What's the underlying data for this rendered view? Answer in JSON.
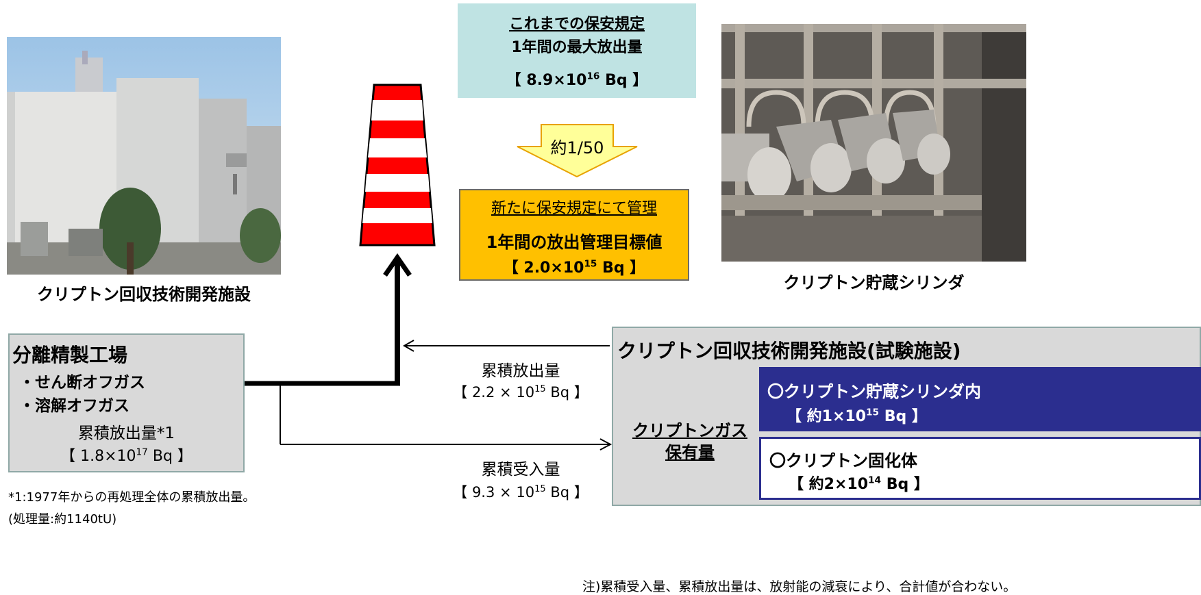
{
  "photo_left": {
    "caption": "クリプトン回収技術開発施設"
  },
  "photo_right": {
    "caption": "クリプトン貯蔵シリンダ"
  },
  "old_limit": {
    "title": "これまでの保安規定",
    "label": "1年間の最大放出量",
    "value": {
      "open": "【 ",
      "mantissa": "8.9",
      "times": "×",
      "base": "10",
      "exp": "16",
      "unit": "Bq",
      "close": " 】"
    }
  },
  "reduction": {
    "label": "約1/50"
  },
  "new_limit": {
    "title": "新たに保安規定にて管理",
    "label": "1年間の放出管理目標値",
    "value": {
      "open": "【 ",
      "mantissa": "2.0",
      "times": "×",
      "base": "10",
      "exp": "15",
      "unit": "Bq",
      "close": " 】"
    }
  },
  "plant": {
    "title": "分離精製工場",
    "items": [
      "・せん断オフガス",
      "・溶解オフガス"
    ],
    "release_label": "累積放出量*1",
    "value": {
      "open": "【 ",
      "mantissa": "1.8",
      "times": "×",
      "base": "10",
      "exp": "17",
      "unit": "Bq",
      "close": " 】"
    }
  },
  "flow_release": {
    "label": "累積放出量",
    "value": {
      "open": "【 ",
      "mantissa": "2.2",
      "times": "×",
      "base": "10",
      "exp": "15",
      "unit": "Bq",
      "close": " 】"
    }
  },
  "flow_received": {
    "label": "累積受入量",
    "value": {
      "open": "【 ",
      "mantissa": "9.3",
      "times": "×",
      "base": "10",
      "exp": "15",
      "unit": "Bq",
      "close": " 】"
    }
  },
  "facility": {
    "title": "クリプトン回収技術開発施設(試験施設)",
    "holding_label_1": "クリプトンガス",
    "holding_label_2": "保有量",
    "cylinder": {
      "title": "〇クリプトン貯蔵シリンダ内",
      "value": {
        "open": "【 ",
        "mantissa": "約1",
        "times": "×",
        "base": "10",
        "exp": "15",
        "unit": "Bq",
        "close": " 】"
      }
    },
    "solid": {
      "title": "〇クリプトン固化体",
      "value": {
        "open": "【 ",
        "mantissa": "約2",
        "times": "×",
        "base": "10",
        "exp": "14",
        "unit": "Bq",
        "close": " 】"
      }
    }
  },
  "footnote_1": "*1:1977年からの再処理全体の累積放出量。",
  "footnote_2": "(処理量:約1140tU)",
  "note": "注)累積受入量、累積放出量は、放射能の減衰により、合計値が合わない。",
  "colors": {
    "teal_box": "#bfe3e3",
    "orange_box": "#ffc000",
    "grey_box": "#d9d9d9",
    "navy_box": "#2b2e8f",
    "stack_red": "#ff0000",
    "arrow_yellow": "#ffff99"
  }
}
